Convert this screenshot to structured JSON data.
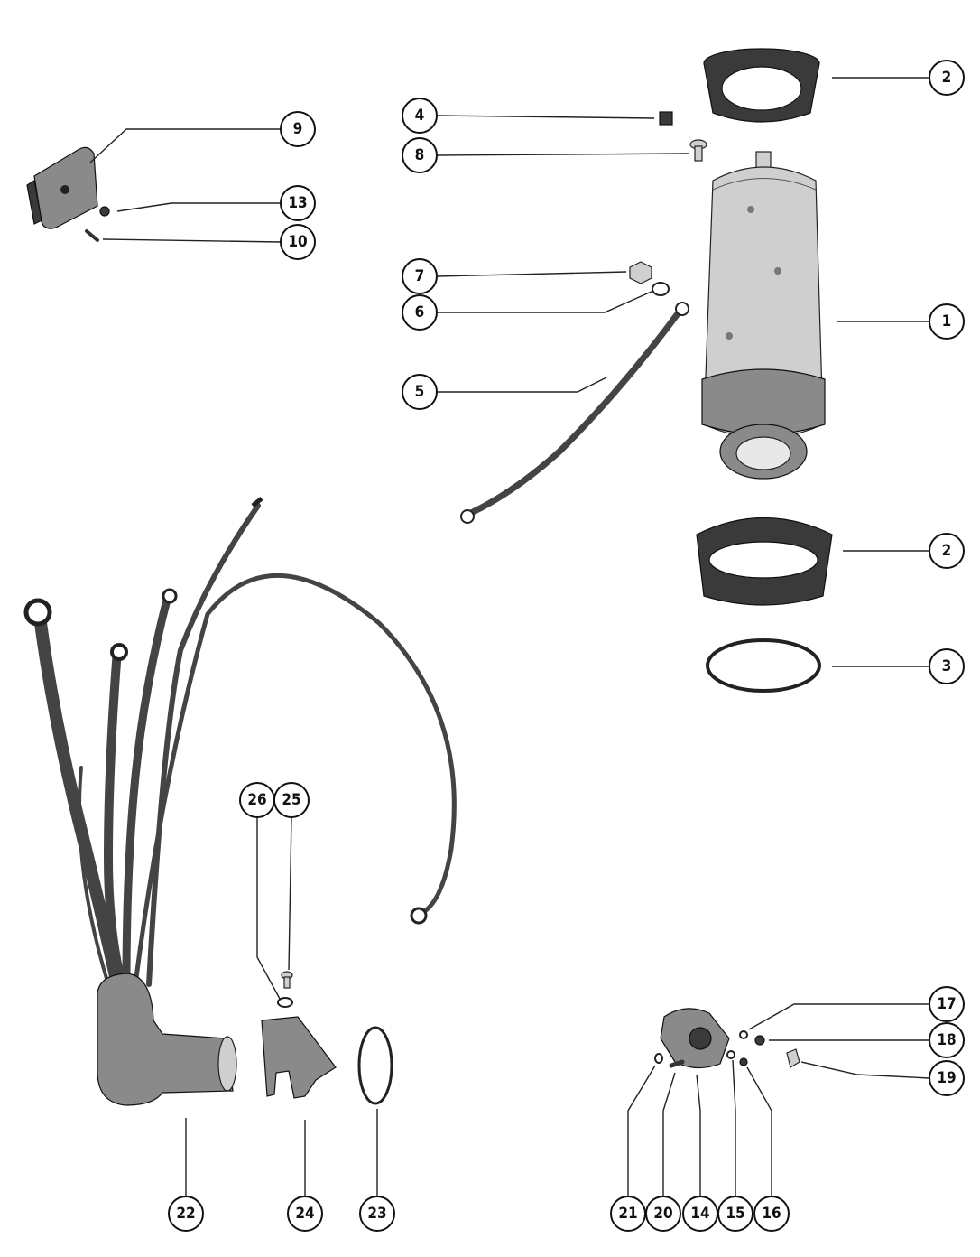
{
  "diagram": {
    "callouts": [
      {
        "id": "c2a",
        "label": "2"
      },
      {
        "id": "c4",
        "label": "4"
      },
      {
        "id": "c8",
        "label": "8"
      },
      {
        "id": "c9",
        "label": "9"
      },
      {
        "id": "c13",
        "label": "13"
      },
      {
        "id": "c10",
        "label": "10"
      },
      {
        "id": "c7",
        "label": "7"
      },
      {
        "id": "c6",
        "label": "6"
      },
      {
        "id": "c1",
        "label": "1"
      },
      {
        "id": "c5",
        "label": "5"
      },
      {
        "id": "c2b",
        "label": "2"
      },
      {
        "id": "c3",
        "label": "3"
      },
      {
        "id": "c26",
        "label": "26"
      },
      {
        "id": "c25",
        "label": "25"
      },
      {
        "id": "c17",
        "label": "17"
      },
      {
        "id": "c18",
        "label": "18"
      },
      {
        "id": "c19",
        "label": "19"
      },
      {
        "id": "c22",
        "label": "22"
      },
      {
        "id": "c24",
        "label": "24"
      },
      {
        "id": "c23",
        "label": "23"
      },
      {
        "id": "c21",
        "label": "21"
      },
      {
        "id": "c20",
        "label": "20"
      },
      {
        "id": "c14",
        "label": "14"
      },
      {
        "id": "c15",
        "label": "15"
      },
      {
        "id": "c16",
        "label": "16"
      }
    ]
  }
}
